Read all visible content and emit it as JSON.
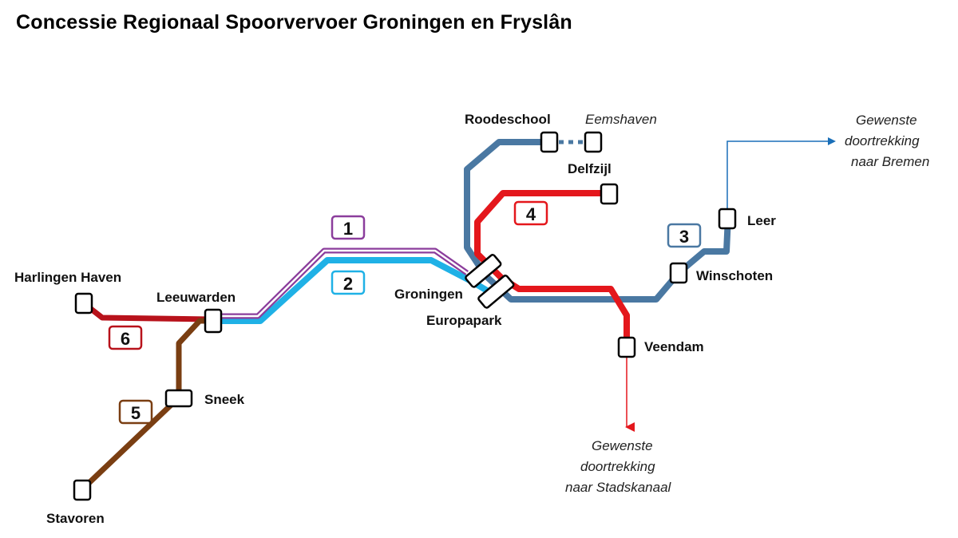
{
  "title": "Concessie Regionaal Spoorvervoer Groningen en Fryslân",
  "colors": {
    "line1": "#8b3d9c",
    "line2": "#1fb1e6",
    "line3": "#4a78a2",
    "line4": "#e4171c",
    "line5": "#7a3e12",
    "line6": "#b8121b",
    "extension_blue": "#1a6fb8",
    "extension_red": "#e4171c"
  },
  "stations": {
    "harlingen_haven": "Harlingen Haven",
    "leeuwarden": "Leeuwarden",
    "sneek": "Sneek",
    "stavoren": "Stavoren",
    "groningen": "Groningen",
    "europapark": "Europapark",
    "roodeschool": "Roodeschool",
    "eemshaven": "Eemshaven",
    "delfzijl": "Delfzijl",
    "winschoten": "Winschoten",
    "leer": "Leer",
    "veendam": "Veendam"
  },
  "lines": {
    "l1": "1",
    "l2": "2",
    "l3": "3",
    "l4": "4",
    "l5": "5",
    "l6": "6"
  },
  "extensions": {
    "bremen": [
      "Gewenste",
      "doortrekking",
      "naar Bremen"
    ],
    "stadskanaal": [
      "Gewenste",
      "doortrekking",
      "naar Stadskanaal"
    ]
  }
}
